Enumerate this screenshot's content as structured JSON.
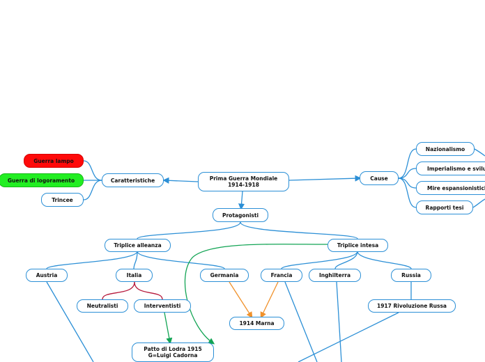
{
  "mindmap": {
    "root": {
      "line1": "Prima Guerra Mondiale",
      "line2": "1914-1918"
    },
    "caratteristiche": "Caratteristiche",
    "guerra_lampo": "Guerra lampo",
    "guerra_logoramento": "Guerra di logoramento",
    "trincee": "Trincee",
    "cause": "Cause",
    "nazionalismo": "Nazionalismo",
    "imperialismo": "Imperialismo e svilup",
    "mire": "Mire espansionistiche",
    "rapporti": "Rapporti tesi",
    "protagonisti": "Protagonisti",
    "triplice_alleanza": "Triplice alleanza",
    "triplice_intesa": "Triplice intesa",
    "austria": "Austria",
    "italia": "Italia",
    "germania": "Germania",
    "francia": "Francia",
    "inghilterra": "Inghilterra",
    "russia": "Russia",
    "neutralisti": "Neutralisti",
    "interventisti": "Interventisti",
    "marna": "1914 Marna",
    "rivoluzione": "1917 Rivoluzione Russa",
    "patto": {
      "line1": "Patto di Lodra 1915",
      "line2": "G=Luigi Cadorna"
    }
  },
  "colors": {
    "edge": "#2b8fd6",
    "italia_branch": "#b5173a",
    "link_green": "#12a454",
    "link_orange": "#f0912b",
    "guerra_lampo_fill": "#ff0a0a",
    "guerra_logoramento_fill": "#22ee22"
  }
}
